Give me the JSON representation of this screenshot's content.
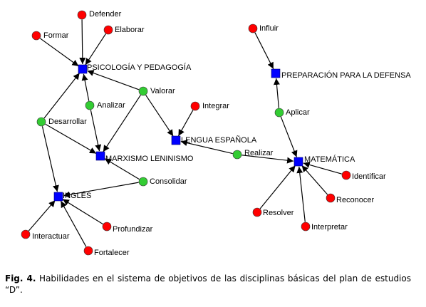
{
  "nodes": [
    {
      "id": "psico",
      "label": "PSICOLOGÍA Y PEDAGOGÍA",
      "kind": "subject"
    },
    {
      "id": "marx",
      "label": "MARXISMO LENINISMO",
      "kind": "subject"
    },
    {
      "id": "lengua",
      "label": "LENGUA ESPAÑOLA",
      "kind": "subject"
    },
    {
      "id": "ingles",
      "label": "INGLÉS",
      "kind": "subject"
    },
    {
      "id": "prep",
      "label": "PREPARACIÓN PARA LA DEFENSA",
      "kind": "subject"
    },
    {
      "id": "mat",
      "label": "MATEMÁTICA",
      "kind": "subject"
    },
    {
      "id": "defender",
      "label": "Defender",
      "kind": "skill"
    },
    {
      "id": "formar",
      "label": "Formar",
      "kind": "skill"
    },
    {
      "id": "elaborar",
      "label": "Elaborar",
      "kind": "skill"
    },
    {
      "id": "valorar",
      "label": "Valorar",
      "kind": "shared"
    },
    {
      "id": "analizar",
      "label": "Analizar",
      "kind": "shared"
    },
    {
      "id": "desarrollar",
      "label": "Desarrollar",
      "kind": "shared"
    },
    {
      "id": "integrar",
      "label": "Integrar",
      "kind": "skill"
    },
    {
      "id": "realizar",
      "label": "Realizar",
      "kind": "shared"
    },
    {
      "id": "consolidar",
      "label": "Consolidar",
      "kind": "shared"
    },
    {
      "id": "interactuar",
      "label": "Interactuar",
      "kind": "skill"
    },
    {
      "id": "profundizar",
      "label": "Profundizar",
      "kind": "skill"
    },
    {
      "id": "fortalecer",
      "label": "Fortalecer",
      "kind": "skill"
    },
    {
      "id": "influir",
      "label": "Influir",
      "kind": "skill"
    },
    {
      "id": "aplicar",
      "label": "Aplicar",
      "kind": "shared"
    },
    {
      "id": "identificar",
      "label": "Identificar",
      "kind": "skill"
    },
    {
      "id": "reconocer",
      "label": "Reconocer",
      "kind": "skill"
    },
    {
      "id": "resolver",
      "label": "Resolver",
      "kind": "skill"
    },
    {
      "id": "interpretar",
      "label": "Interpretar",
      "kind": "skill"
    }
  ],
  "edges": [
    [
      "defender",
      "psico"
    ],
    [
      "formar",
      "psico"
    ],
    [
      "elaborar",
      "psico"
    ],
    [
      "valorar",
      "psico"
    ],
    [
      "analizar",
      "psico"
    ],
    [
      "desarrollar",
      "psico"
    ],
    [
      "valorar",
      "marx"
    ],
    [
      "analizar",
      "marx"
    ],
    [
      "desarrollar",
      "marx"
    ],
    [
      "consolidar",
      "marx"
    ],
    [
      "valorar",
      "lengua"
    ],
    [
      "integrar",
      "lengua"
    ],
    [
      "realizar",
      "lengua"
    ],
    [
      "desarrollar",
      "ingles"
    ],
    [
      "consolidar",
      "ingles"
    ],
    [
      "interactuar",
      "ingles"
    ],
    [
      "profundizar",
      "ingles"
    ],
    [
      "fortalecer",
      "ingles"
    ],
    [
      "influir",
      "prep"
    ],
    [
      "aplicar",
      "prep"
    ],
    [
      "aplicar",
      "mat"
    ],
    [
      "realizar",
      "mat"
    ],
    [
      "identificar",
      "mat"
    ],
    [
      "reconocer",
      "mat"
    ],
    [
      "resolver",
      "mat"
    ],
    [
      "interpretar",
      "mat"
    ]
  ],
  "colors": {
    "subject": "#0000ff",
    "skill": "#ff0000",
    "shared": "#33cc33",
    "edge": "#000000"
  },
  "caption": {
    "prefix": "Fig. 4.",
    "text": " Habilidades en el sistema de objetivos de las disciplinas básicas del plan de estudios “D”."
  }
}
